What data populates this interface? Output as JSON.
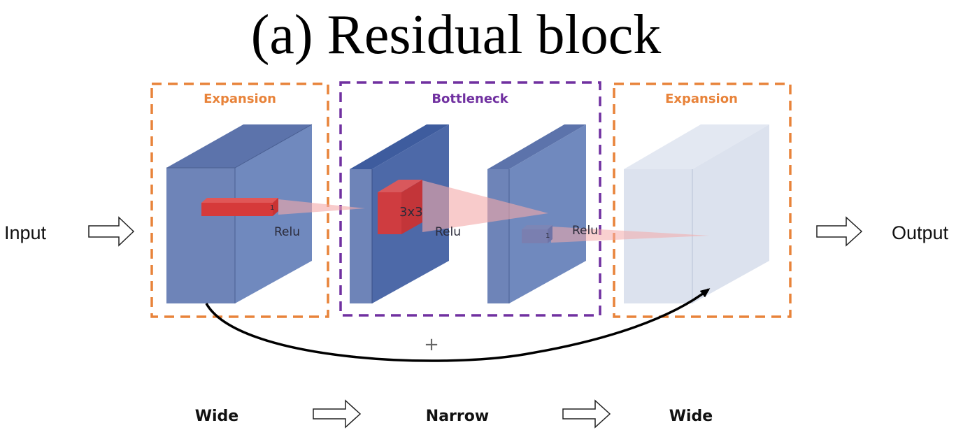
{
  "title": "(a) Residual block",
  "colors": {
    "expansion": "#E8833A",
    "bottleneck": "#7030A0",
    "tensor_front": "#6E84B8",
    "tensor_side": "#7089BE",
    "tensor_top": "#5C73AB",
    "tensor_dark_front": "#4D69A8",
    "tensor_faded": "#DCE2EE",
    "kernel": "#D63A3A",
    "projection": "#F4A9A9"
  },
  "sections": [
    {
      "label": "Expansion",
      "kind": "expansion"
    },
    {
      "label": "Bottleneck",
      "kind": "bottleneck"
    },
    {
      "label": "Expansion",
      "kind": "expansion"
    }
  ],
  "io": {
    "input": "Input",
    "output": "Output"
  },
  "annotations": {
    "relu_1": "Relu",
    "relu_2": "Relu",
    "relu_3": "Relu",
    "kernel_1x1_a": "1",
    "kernel_3x3": "3x3",
    "kernel_1x1_b": "1"
  },
  "skip": {
    "symbol": "+"
  },
  "widths": [
    "Wide",
    "Narrow",
    "Wide"
  ],
  "icons": [
    "input-arrow-icon",
    "output-arrow-icon",
    "wide-to-narrow-arrow-icon",
    "narrow-to-wide-arrow-icon"
  ]
}
